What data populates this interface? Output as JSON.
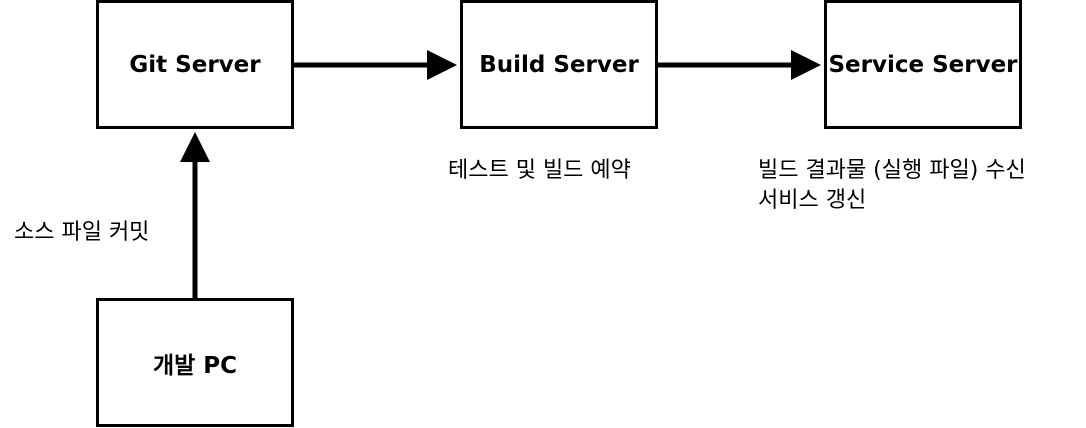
{
  "nodes": {
    "git": "Git Server",
    "build": "Build Server",
    "service": "Service Server",
    "dev": "개발 PC"
  },
  "edge_labels": {
    "commit": "소스 파일 커밋",
    "build": "테스트 및 빌드 예약",
    "service_line1": "빌드 결과물 (실행 파일) 수신",
    "service_line2": "서비스 갱신"
  },
  "colors": {
    "stroke": "#000000",
    "background": "#ffffff"
  }
}
